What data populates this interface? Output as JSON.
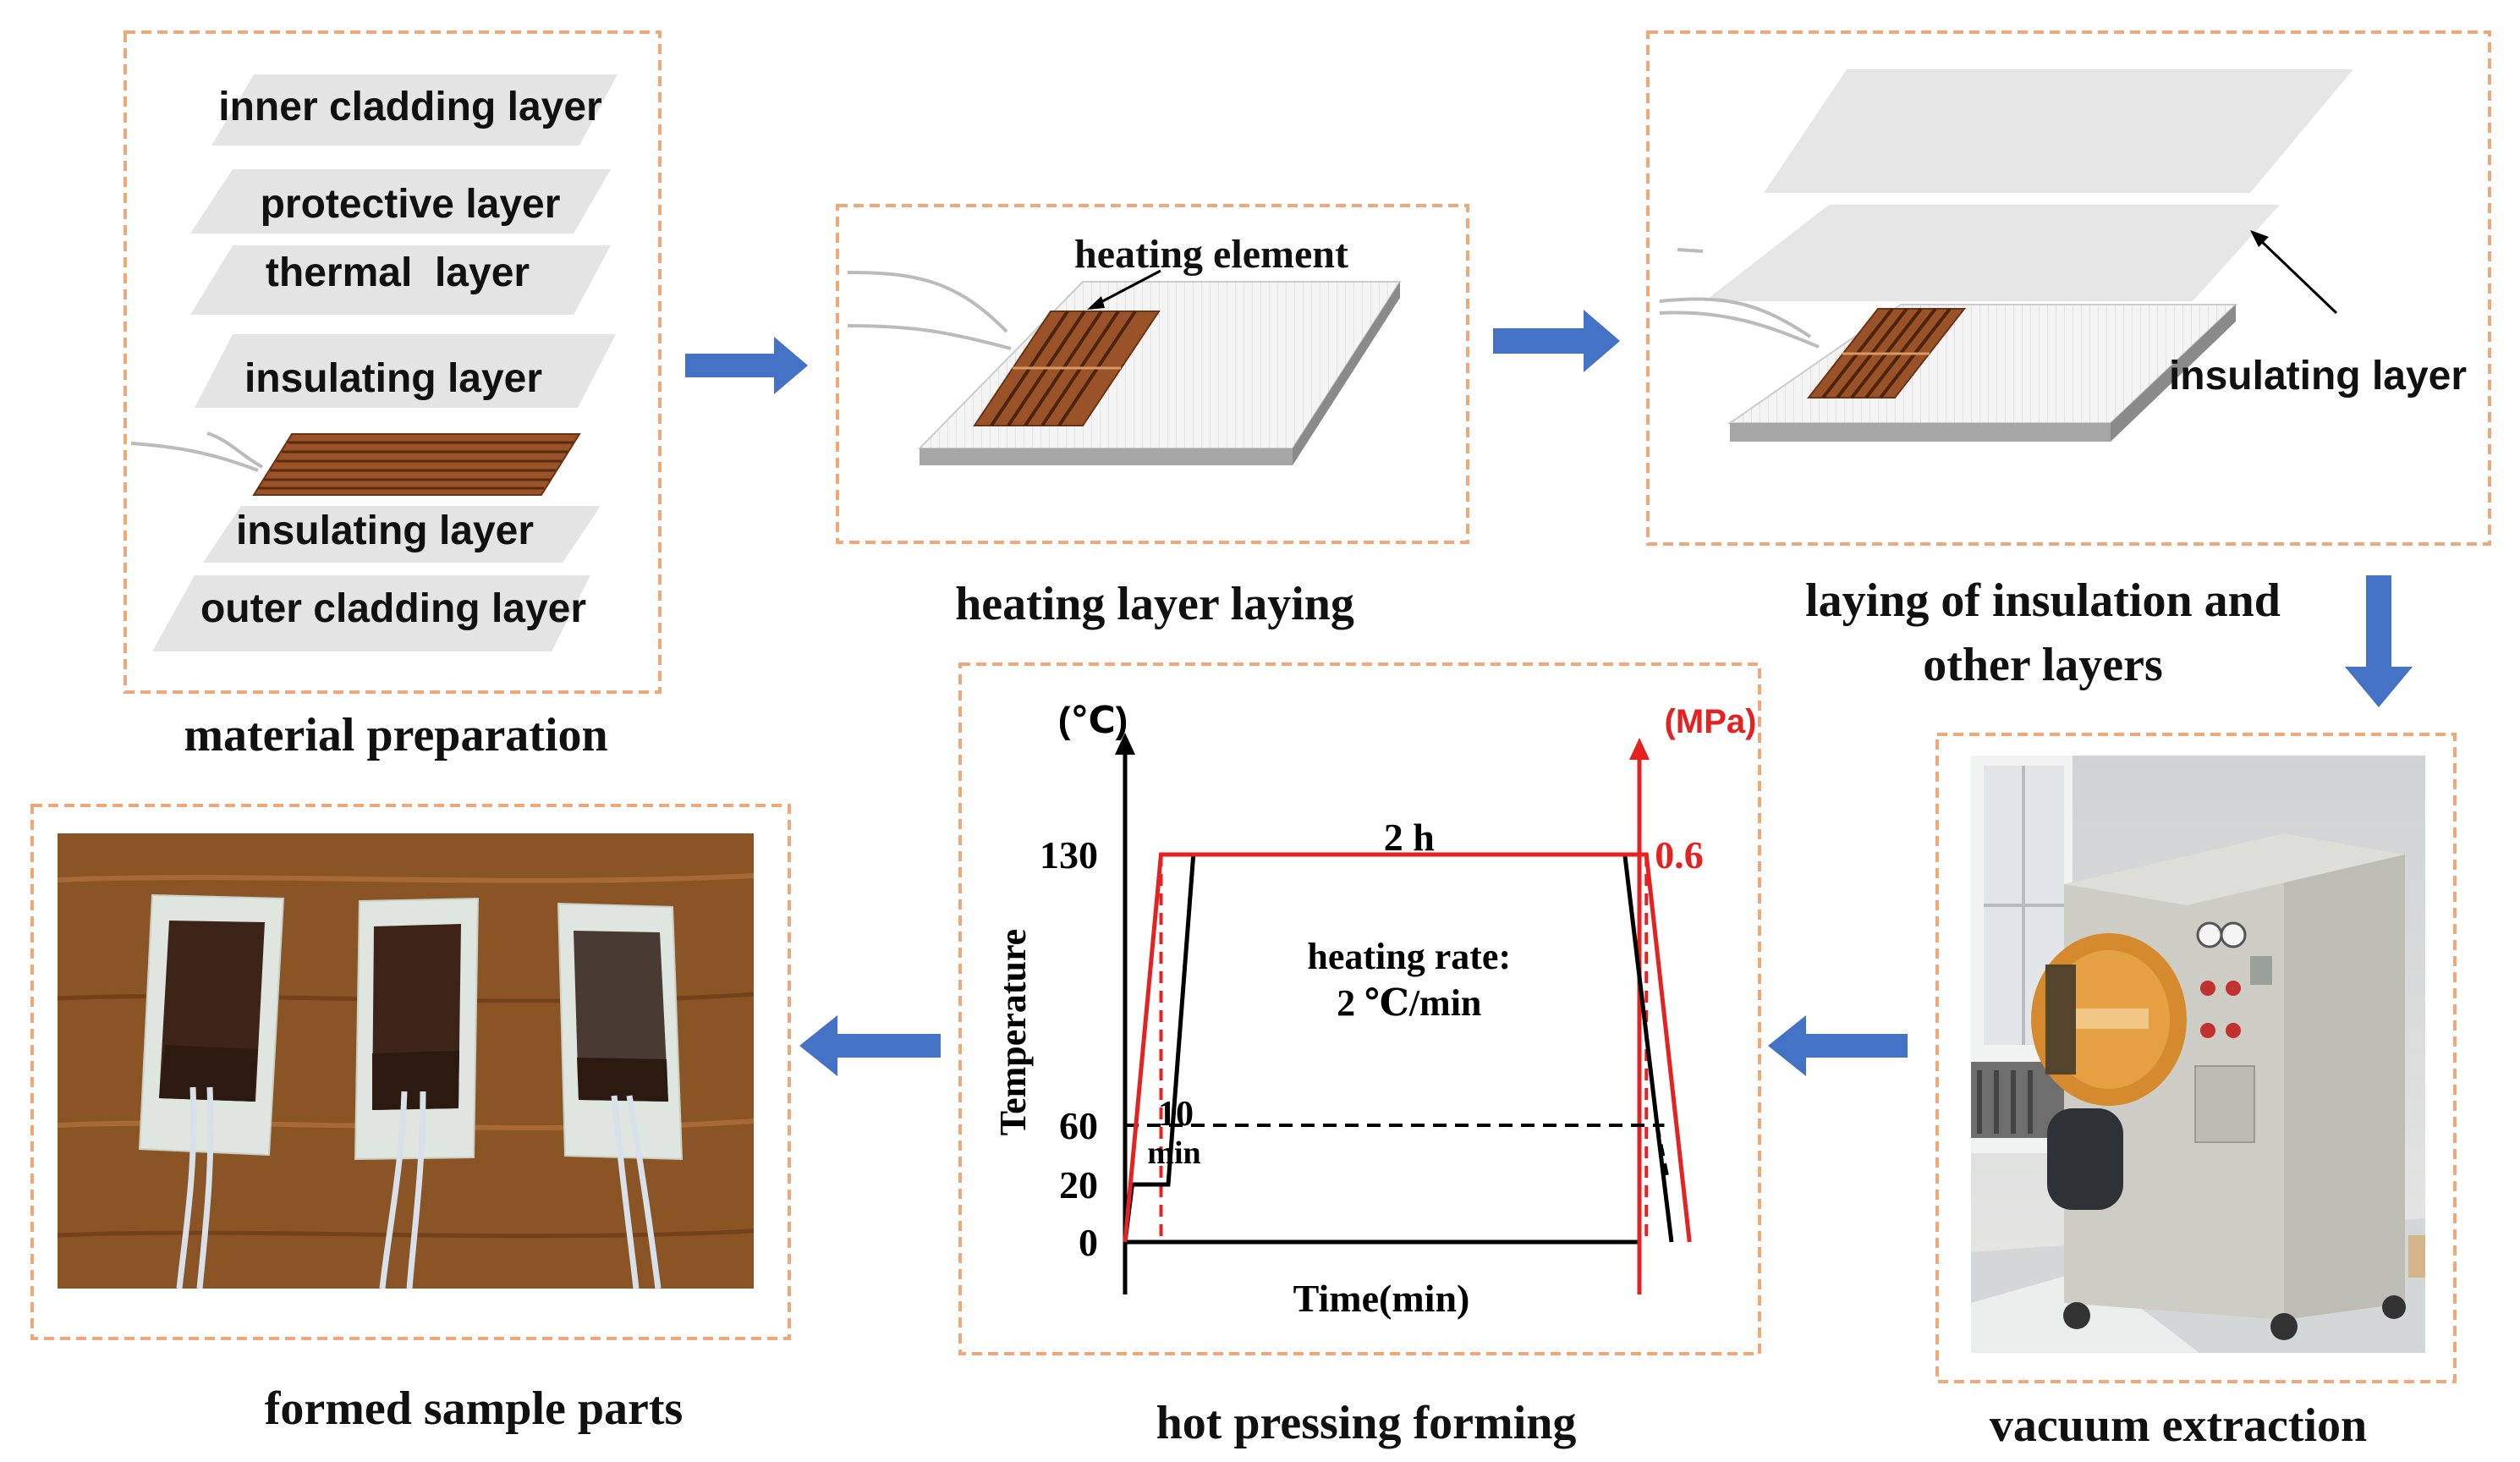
{
  "steps": {
    "material_preparation": {
      "caption": "material preparation",
      "layers": [
        "inner cladding layer",
        "protective layer",
        "thermal  layer",
        "insulating layer",
        "insulating layer",
        "outer cladding layer"
      ]
    },
    "heating_layer_laying": {
      "caption": "heating layer laying",
      "label": "heating element"
    },
    "laying_insulation": {
      "caption_line1": "laying of insulation and",
      "caption_line2": "other layers",
      "label": "insulating layer"
    },
    "vacuum_extraction": {
      "caption": "vacuum extraction"
    },
    "hot_pressing_forming": {
      "caption": "hot pressing forming"
    },
    "formed_sample_parts": {
      "caption": "formed sample parts"
    }
  },
  "colors": {
    "frame": "#f0a878",
    "arrow": "#4472c4",
    "temperature_line": "#000000",
    "pressure_line": "#e52222",
    "heating_element": "#9a5228"
  },
  "chart_data": {
    "type": "line",
    "xlabel": "Time(min)",
    "ylabel": "Temperature",
    "y_unit": "(℃)",
    "y2_unit": "(MPa)",
    "y_ticks": [
      "0",
      "20",
      "60",
      "130"
    ],
    "y2_ticks": [
      "0.6"
    ],
    "annotations": [
      "2 h",
      "heating rate:",
      "2 ℃/min",
      "10",
      "min"
    ],
    "series": [
      {
        "axis": "left",
        "color": "#000000",
        "points": [
          [
            0,
            0
          ],
          [
            2,
            20
          ],
          [
            12,
            20
          ],
          [
            19,
            130
          ],
          [
            139,
            130
          ],
          [
            148,
            60
          ],
          [
            152,
            0
          ]
        ]
      },
      {
        "axis": "right",
        "color": "#e52222",
        "points": [
          [
            0,
            0
          ],
          [
            10,
            0.6
          ],
          [
            145,
            0.6
          ],
          [
            157,
            0
          ]
        ]
      }
    ]
  }
}
